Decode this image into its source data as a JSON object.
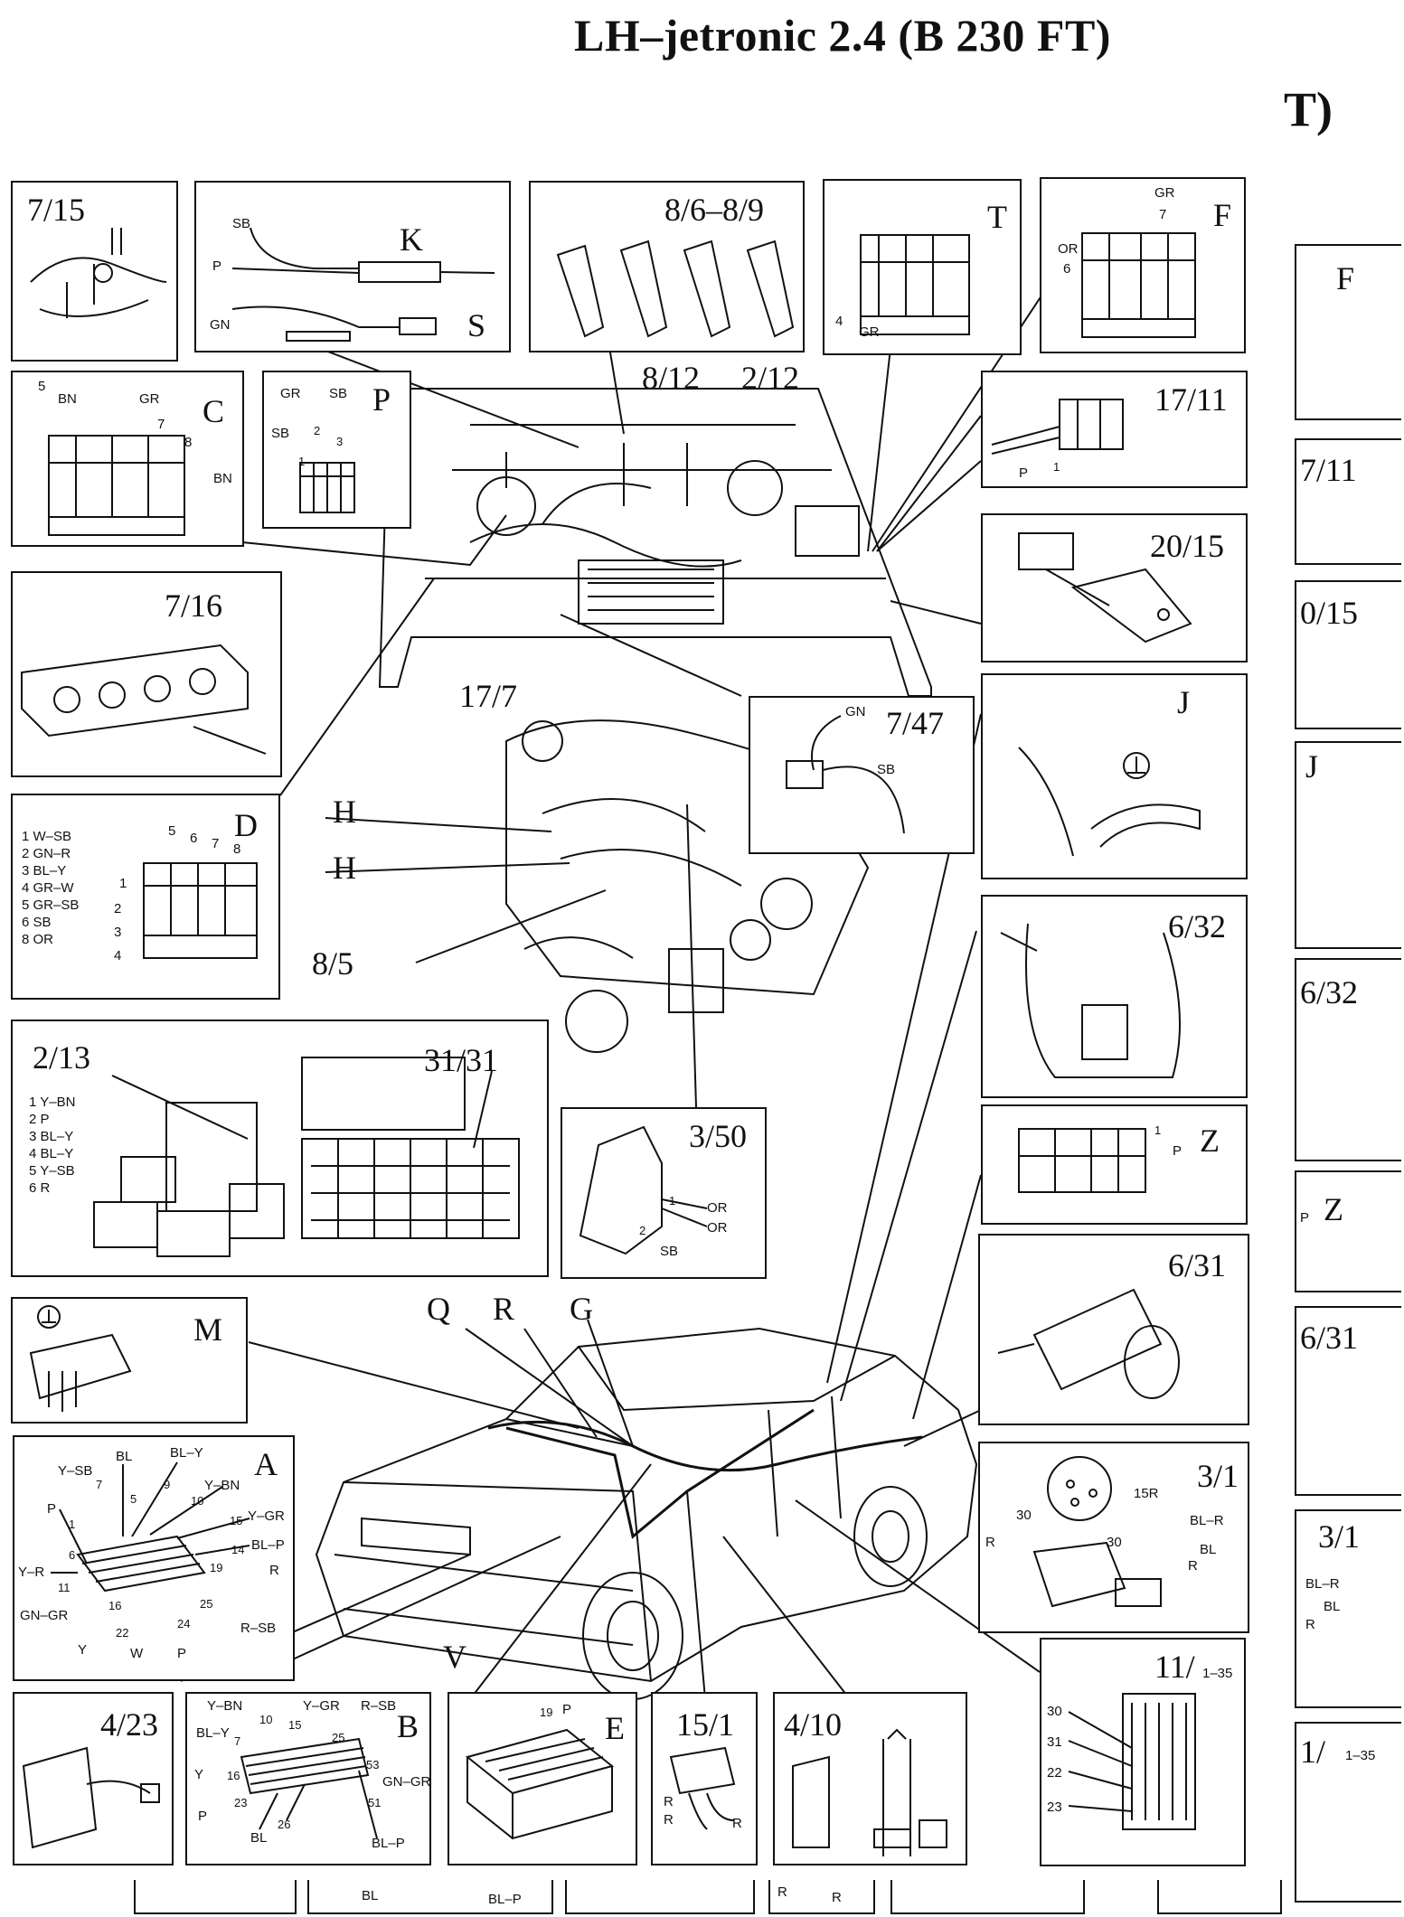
{
  "title": "LH–jetronic 2.4 (B 230 FT)",
  "ghost_title": "T)",
  "components": {
    "c715": {
      "label": "7/15"
    },
    "k": {
      "label": "K",
      "sub": "S",
      "wires": [
        "SB",
        "P",
        "GN"
      ]
    },
    "c869": {
      "label": "8/6–8/9"
    },
    "t": {
      "label": "T",
      "wires": [
        "4",
        "GR"
      ]
    },
    "f": {
      "label": "F",
      "wires": [
        "GR",
        "7",
        "OR",
        "6"
      ]
    },
    "c": {
      "label": "C",
      "wires": [
        "5",
        "BN",
        "GR",
        "7",
        "8",
        "BN"
      ]
    },
    "p": {
      "label": "P",
      "wires": [
        "GR",
        "SB",
        "SB",
        "2",
        "3",
        "1"
      ]
    },
    "c1711": {
      "label": "17/11",
      "wires": [
        "P",
        "1"
      ]
    },
    "c2015": {
      "label": "20/15"
    },
    "c716": {
      "label": "7/16"
    },
    "d": {
      "label": "D",
      "pins": [
        "1 W–SB",
        "2 GN–R",
        "3 BL–Y",
        "4 GR–W",
        "5 GR–SB",
        "6 SB",
        "8 OR"
      ],
      "nums": [
        "5",
        "6",
        "7",
        "8",
        "1",
        "2",
        "3",
        "4"
      ]
    },
    "c747": {
      "label": "7/47",
      "wires": [
        "GN",
        "SB"
      ]
    },
    "j": {
      "label": "J"
    },
    "c632": {
      "label": "6/32"
    },
    "c213": {
      "label": "2/13",
      "pins": [
        "1 Y–BN",
        "2 P",
        "3 BL–Y",
        "4 BL–Y",
        "5 Y–SB",
        "6 R"
      ]
    },
    "c3131": {
      "label": "31/31"
    },
    "c350": {
      "label": "3/50",
      "wires": [
        "1",
        "OR",
        "2",
        "OR",
        "SB"
      ]
    },
    "z": {
      "label": "Z",
      "wires": [
        "1",
        "P"
      ]
    },
    "m": {
      "label": "M"
    },
    "c631": {
      "label": "6/31"
    },
    "a": {
      "label": "A",
      "wires": [
        "BL",
        "BL–Y",
        "Y–SB",
        "9",
        "Y–BN",
        "7",
        "10",
        "5",
        "P",
        "15",
        "Y–GR",
        "1",
        "14",
        "BL–P",
        "6",
        "19",
        "R",
        "Y–R",
        "11",
        "25",
        "16",
        "GN–GR",
        "24",
        "22",
        "R–SB",
        "Y",
        "W",
        "P"
      ]
    },
    "c31": {
      "label": "3/1",
      "wires": [
        "15R",
        "30",
        "BL–R",
        "R",
        "30",
        "BL",
        "R"
      ]
    },
    "c423": {
      "label": "4/23"
    },
    "b": {
      "label": "B",
      "wires": [
        "Y–BN",
        "10",
        "Y–GR",
        "R–SB",
        "BL–Y",
        "15",
        "7",
        "25",
        "Y",
        "16",
        "53",
        "GN–GR",
        "P",
        "23",
        "51",
        "BL",
        "26",
        "BL–P"
      ]
    },
    "e": {
      "label": "E",
      "wires": [
        "19",
        "P"
      ]
    },
    "c151": {
      "label": "15/1",
      "wires": [
        "R",
        "R",
        "R"
      ]
    },
    "c410": {
      "label": "4/10"
    },
    "c11": {
      "label": "11/",
      "sub": "1–35",
      "wires": [
        "30",
        "31",
        "22",
        "23"
      ]
    }
  },
  "callouts": {
    "c812": "8/12",
    "c212": "2/12",
    "c177": "17/7",
    "h1": "H",
    "h2": "H",
    "c85": "8/5",
    "q": "Q",
    "r": "R",
    "g": "G",
    "v": "V"
  },
  "edge_fragments": [
    "F",
    "7/11",
    "0/15",
    "J",
    "6/32",
    "P",
    "Z",
    "6/31",
    "3/1",
    "BL–R",
    "BL",
    "R",
    "1/",
    "1–35",
    "T)"
  ],
  "bottom_fragments": [
    "BL",
    "BL–P",
    "R",
    "R"
  ]
}
